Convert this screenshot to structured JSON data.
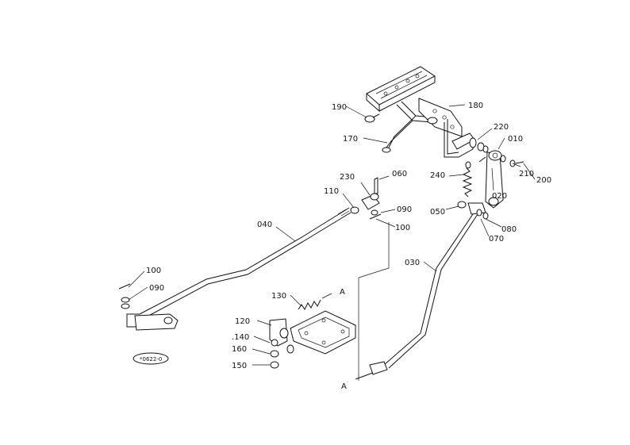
{
  "part_labels": {
    "p010": "010",
    "p020": "020",
    "p030": "030",
    "p040": "040",
    "p050": "050",
    "p060": "060",
    "p070": "070",
    "p080": "080",
    "p090a": "090",
    "p090b": "090",
    "p100a": "100",
    "p100b": "100",
    "p110": "110",
    "p120": "120",
    "p130": "130",
    "p140": ".140",
    "p150": "150",
    "p160": "160",
    "p170": "170",
    "p180": "180",
    "p190": "190",
    "p200": "200",
    "p210": "210",
    "p220": "220",
    "p230": "230",
    "p240": "240"
  },
  "reference_marks": {
    "a_top": "A",
    "a_bottom": "A"
  },
  "stamp": "*0622-0",
  "colors": {
    "ink": "#111111",
    "paper": "#ffffff"
  }
}
